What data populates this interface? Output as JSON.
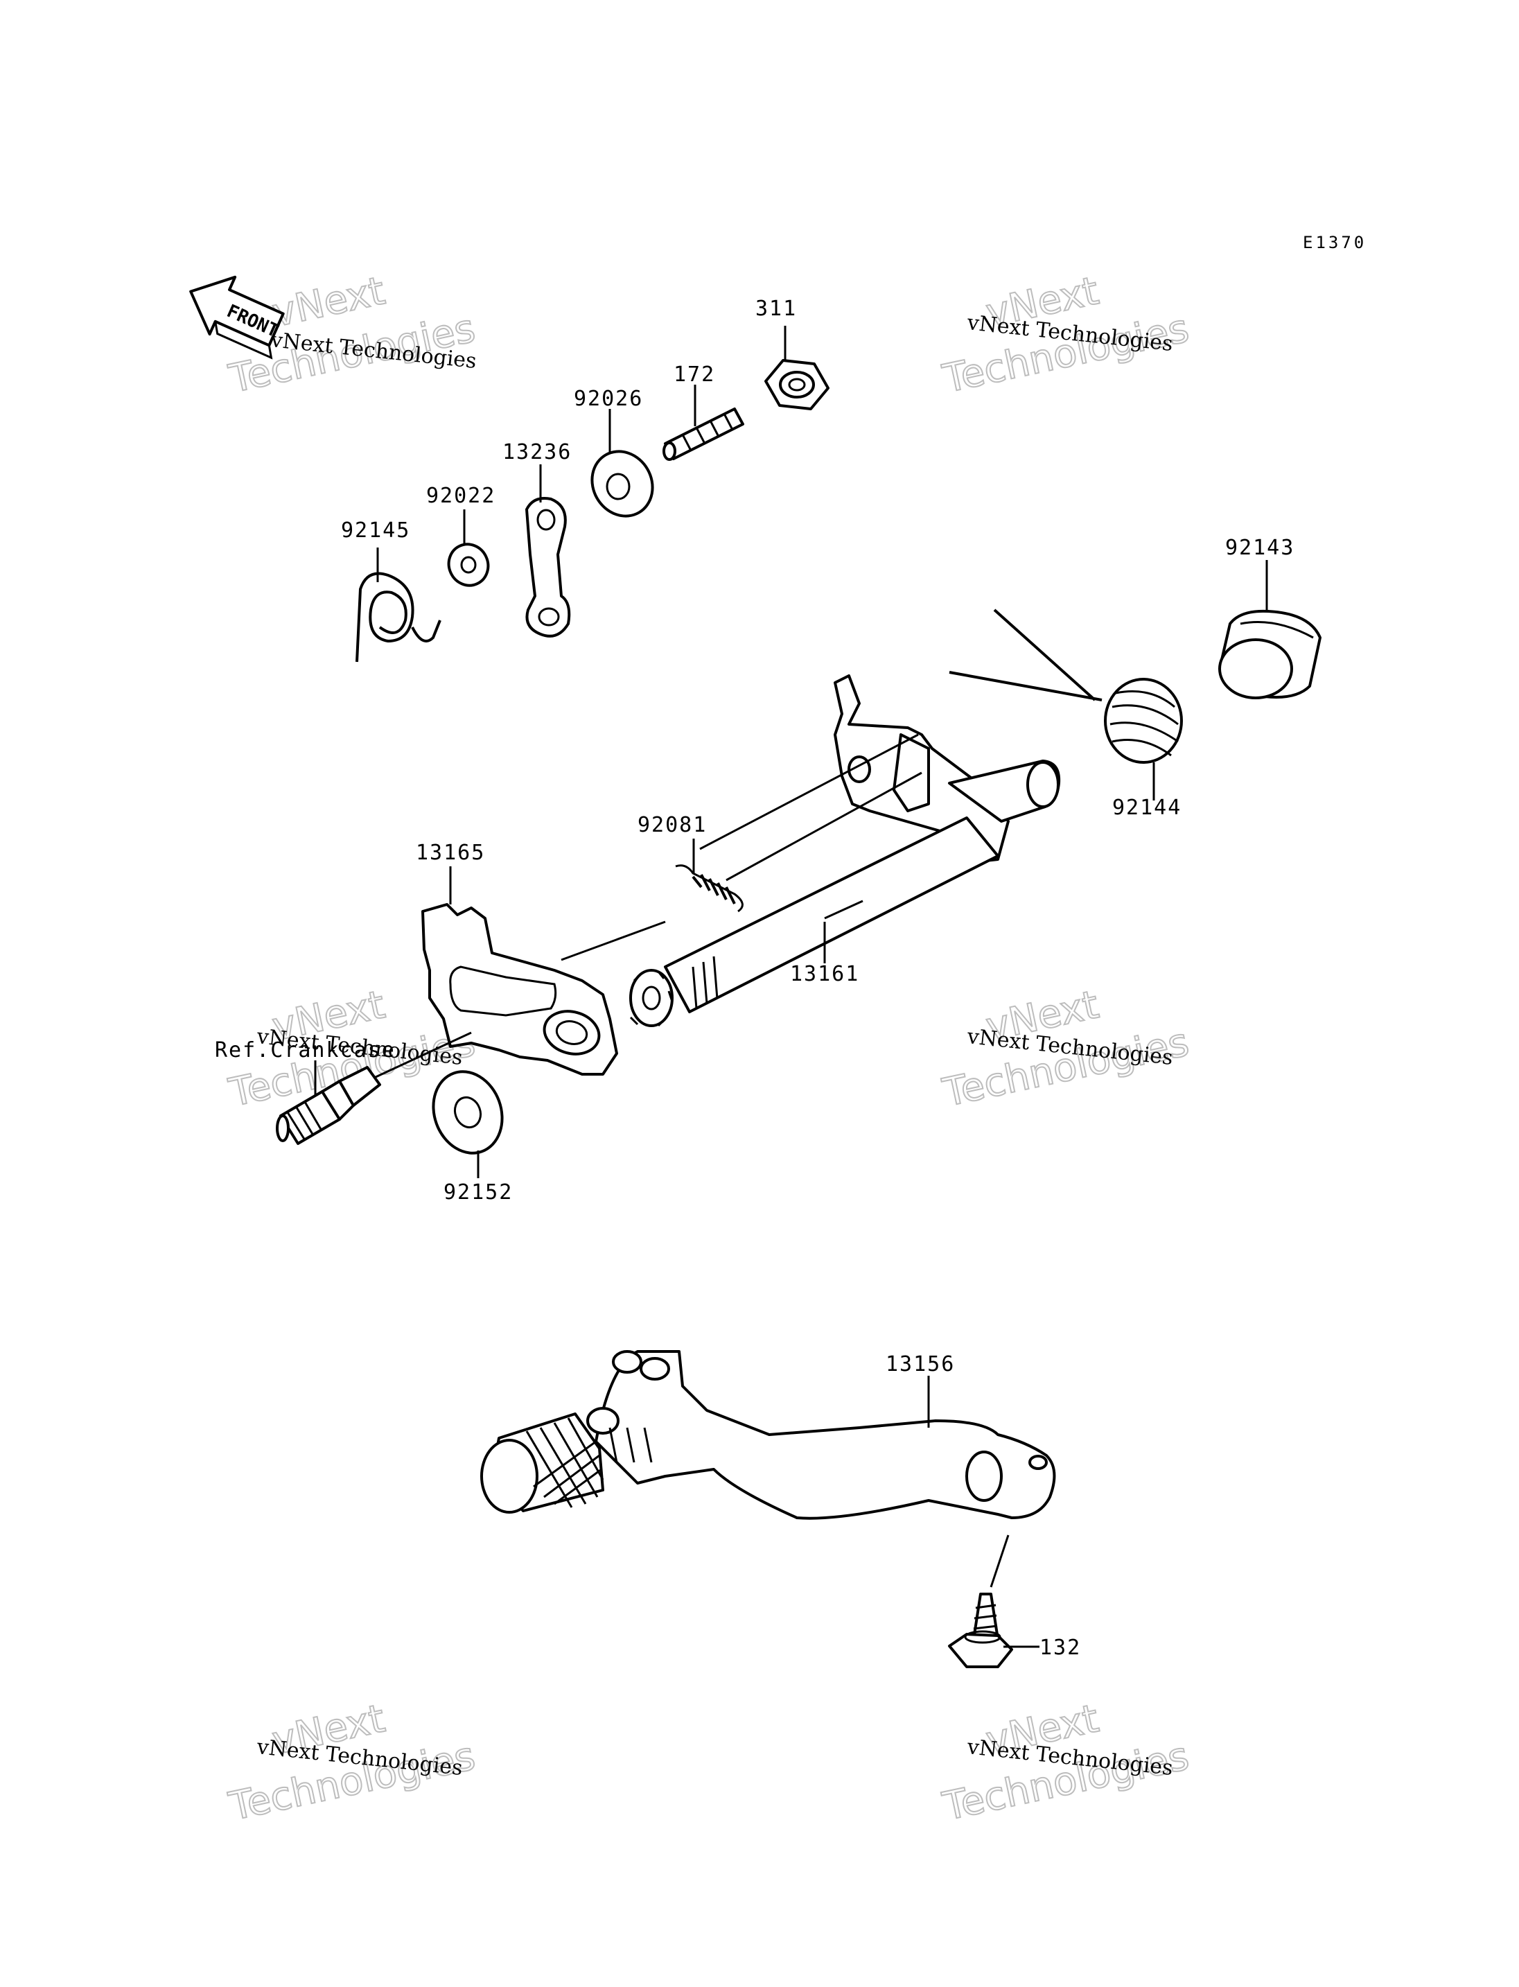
{
  "diagram_code": "E1370",
  "front_marker": "FRONT",
  "reference_note": "Ref.Crankcase",
  "part_labels": {
    "p311": "311",
    "p172": "172",
    "p92026": "92026",
    "p13236": "13236",
    "p92022": "92022",
    "p92145": "92145",
    "p92143": "92143",
    "p92144": "92144",
    "p92081": "92081",
    "p13165": "13165",
    "p13161": "13161",
    "p92152": "92152",
    "p13156": "13156",
    "p132": "132"
  },
  "watermark": {
    "line1": "vNext Technologies",
    "line2": "vNext",
    "line3": "Technologies"
  }
}
